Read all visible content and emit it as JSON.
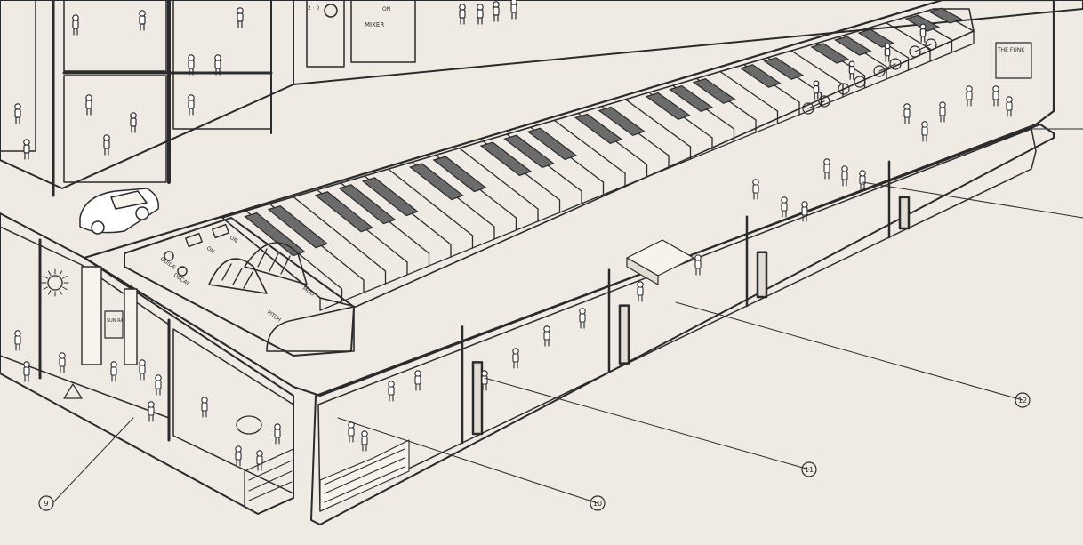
{
  "panel_labels": {
    "guide": "GUIDE",
    "decay": "DECAY",
    "on_left": "ON",
    "on_right": "ON",
    "pitch": "PITCH",
    "mod": "MOD"
  },
  "top_panel": {
    "mixer": "MIXER",
    "mixer_on": "ON",
    "knob_markers": "2 ⋅ 0"
  },
  "wall_signs": {
    "the_funk": "THE FUNK",
    "sun_ra": "SUN RA"
  },
  "callouts": [
    "9",
    "10",
    "11",
    "12"
  ],
  "colors": {
    "background": "#efebe4",
    "interior_teal": "#4fb7be",
    "ink": "#2b2b2b",
    "panel_face": "#f6f3ed",
    "wall_shade": "#e2ddd3"
  }
}
